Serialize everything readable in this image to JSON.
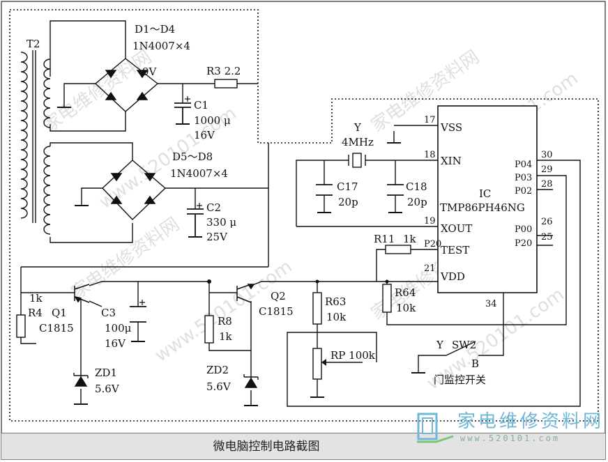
{
  "caption": "微电脑控制电路截图",
  "watermark": {
    "site_name": "家电维修资料网",
    "url": "www.520101.com",
    "url_accent": "520"
  },
  "labels": {
    "T2": "T2",
    "D1_D4": "D1～D4",
    "D1_D4_part": "1N4007×4",
    "v9": "9V",
    "R3": "R3 2.2",
    "C1": "C1",
    "C1_cap": "1000 μ",
    "C1_volt": "16V",
    "D5_D8": "D5～D8",
    "D5_D8_part": "1N4007×4",
    "C2": "C2",
    "C2_cap": "330 μ",
    "C2_volt": "25V",
    "Y": "Y",
    "Y_freq": "4MHz",
    "C17": "C17",
    "C17_val": "20p",
    "C18": "C18",
    "C18_val": "20p",
    "R11": "R11",
    "R11_val": "1k",
    "R4_val": "1k",
    "R4": "R4",
    "Q1": "Q1",
    "Q1_part": "C1815",
    "C3": "C3",
    "C3_cap": "100μ",
    "C3_volt": "16V",
    "ZD1": "ZD1",
    "ZD1_volt": "5.6V",
    "Q2": "Q2",
    "Q2_part": "C1815",
    "R8": "R8",
    "R8_val": "1k",
    "ZD2": "ZD2",
    "ZD2_volt": "5.6V",
    "R63": "R63",
    "R63_val": "10k",
    "R64": "R64",
    "R64_val": "10k",
    "RP": "RP 100k",
    "SW2_Y": "Y",
    "SW2": "SW2",
    "SW2_B": "B",
    "SW2_desc": "门监控开关"
  },
  "ic": {
    "name": "IC",
    "part": "TMP86PH46NG",
    "pins": {
      "p17": "17",
      "vss": "VSS",
      "p18": "18",
      "xin": "XIN",
      "p19": "19",
      "xout": "XOUT",
      "p20": "P20",
      "test": "TEST",
      "p21": "21",
      "vdd": "VDD",
      "p34": "34",
      "p30": "30",
      "p04": "P04",
      "p29": "29",
      "p03": "P03",
      "p28": "28",
      "p02": "P02",
      "p26": "26",
      "p00": "P00",
      "p25": "25"
    }
  }
}
